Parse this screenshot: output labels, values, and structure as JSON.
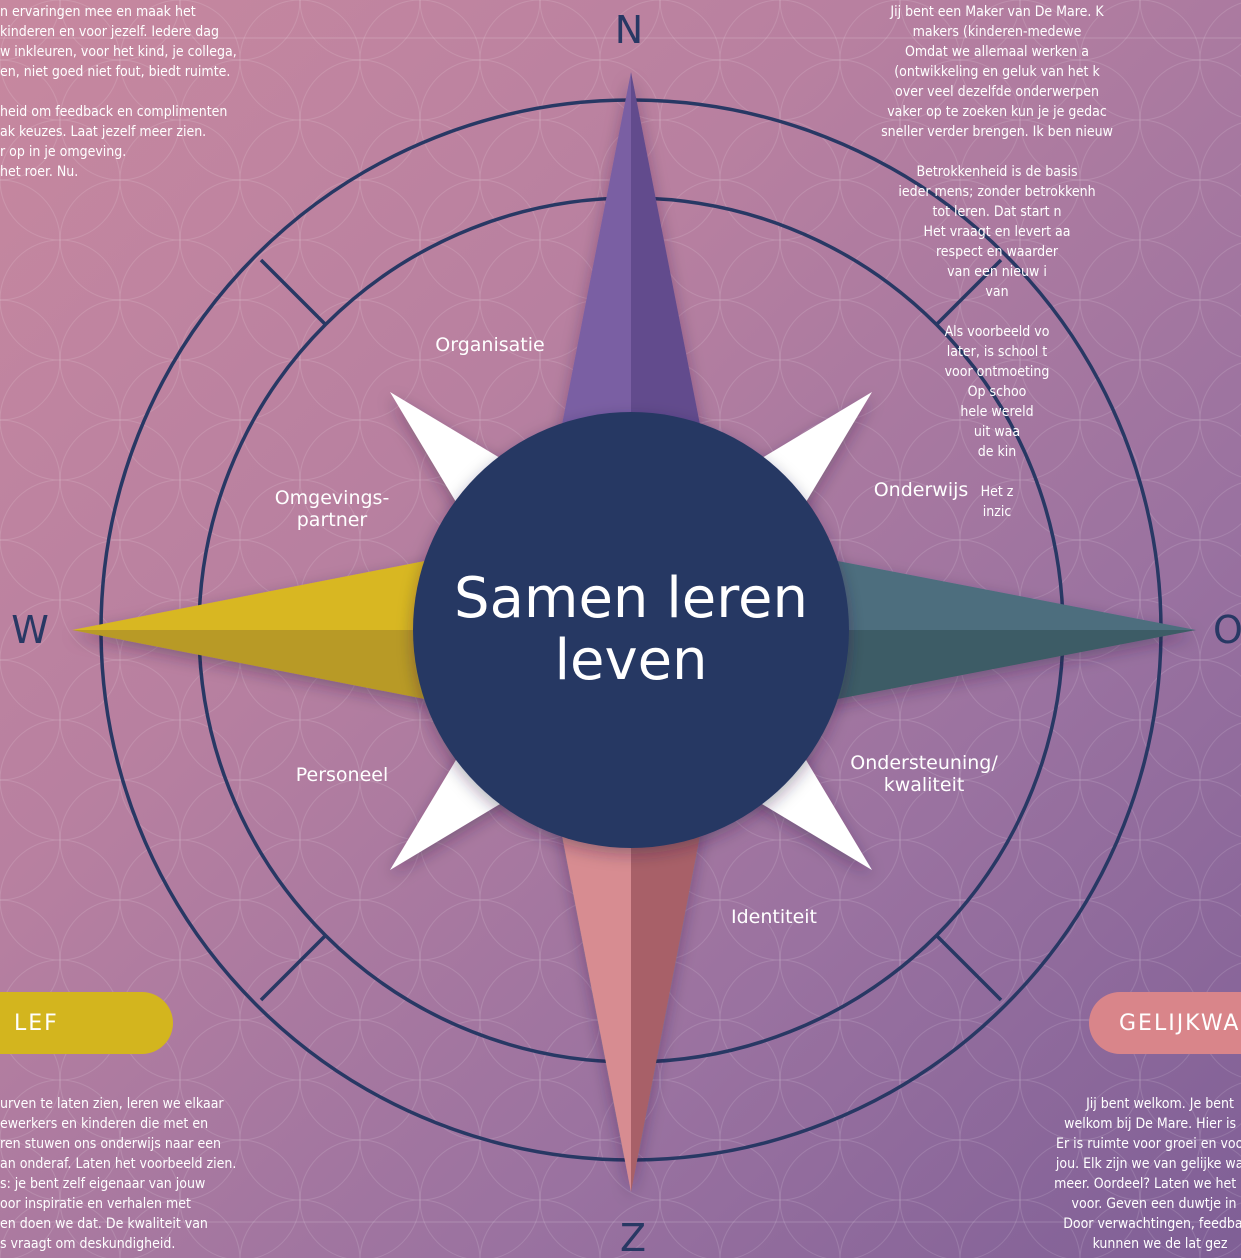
{
  "compass": {
    "center_lines": [
      "Samen leren",
      "leven"
    ],
    "directions": {
      "north": "N",
      "east": "O",
      "south": "Z",
      "west": "W"
    },
    "sectors": {
      "organisatie": "Organisatie",
      "onderwijs": "Onderwijs",
      "omgevingspartner": [
        "Omgevings-",
        "partner"
      ],
      "ondersteuning": [
        "Ondersteuning/",
        "kwaliteit"
      ],
      "personeel": "Personeel",
      "identiteit": "Identiteit"
    }
  },
  "pills": {
    "left": "LEF",
    "right": "GELIJKWA"
  },
  "text_top_left": [
    "n ervaringen mee en maak het",
    "kinderen en voor jezelf. Iedere dag",
    "w inkleuren, voor het kind, je collega,",
    "en, niet goed niet fout, biedt ruimte.",
    "",
    "heid om feedback en complimenten",
    "ak keuzes. Laat jezelf meer zien.",
    "r op in je omgeving.",
    "het roer. Nu."
  ],
  "text_top_right": [
    "Jij bent een Maker van De Mare. K",
    "makers (kinderen-medewe",
    "Omdat we allemaal werken a",
    "(ontwikkeling en geluk van het k",
    "over veel dezelfde onderwerpen",
    "vaker op te zoeken kun je je gedac",
    "sneller verder brengen. Ik ben nieuw",
    "",
    "Betrokkenheid is de basis",
    "ieder mens; zonder betrokkenh",
    "tot leren. Dat start n",
    "Het vraagt en levert aa",
    "respect en waarder",
    "van een nieuw i",
    "van",
    "",
    "Als voorbeeld vo",
    "later, is school t",
    "voor ontmoeting",
    "Op schoo",
    "hele wereld",
    "uit waa",
    "de kin",
    "",
    "Het z",
    "inzic"
  ],
  "text_bottom_left": [
    "urven te laten zien, leren we elkaar",
    "ewerkers en kinderen die met en",
    "ren stuwen ons onderwijs naar een",
    "an onderaf. Laten het voorbeeld zien.",
    "s: je bent zelf eigenaar van jouw",
    "oor inspiratie en verhalen met",
    "en doen we dat. De kwaliteit van",
    "s vraagt om deskundigheid."
  ],
  "text_bottom_right": [
    "Jij bent welkom. Je bent",
    "welkom bij De Mare. Hier is he",
    "Er is ruimte voor groei en vooral:",
    "jou. Elk zijn we van gelijke waard",
    "meer. Oordeel? Laten we het liefs",
    "voor. Geven een duwtje in d",
    "Door verwachtingen, feedback",
    "kunnen we de lat gez"
  ],
  "colors": {
    "navy": "#283864",
    "north_point": "#6f5597",
    "east_point": "#47666f",
    "south_point": "#c97b7f",
    "west_point": "#c9a92a",
    "pill_left": "#d3b51e",
    "pill_right": "#d9858a"
  }
}
